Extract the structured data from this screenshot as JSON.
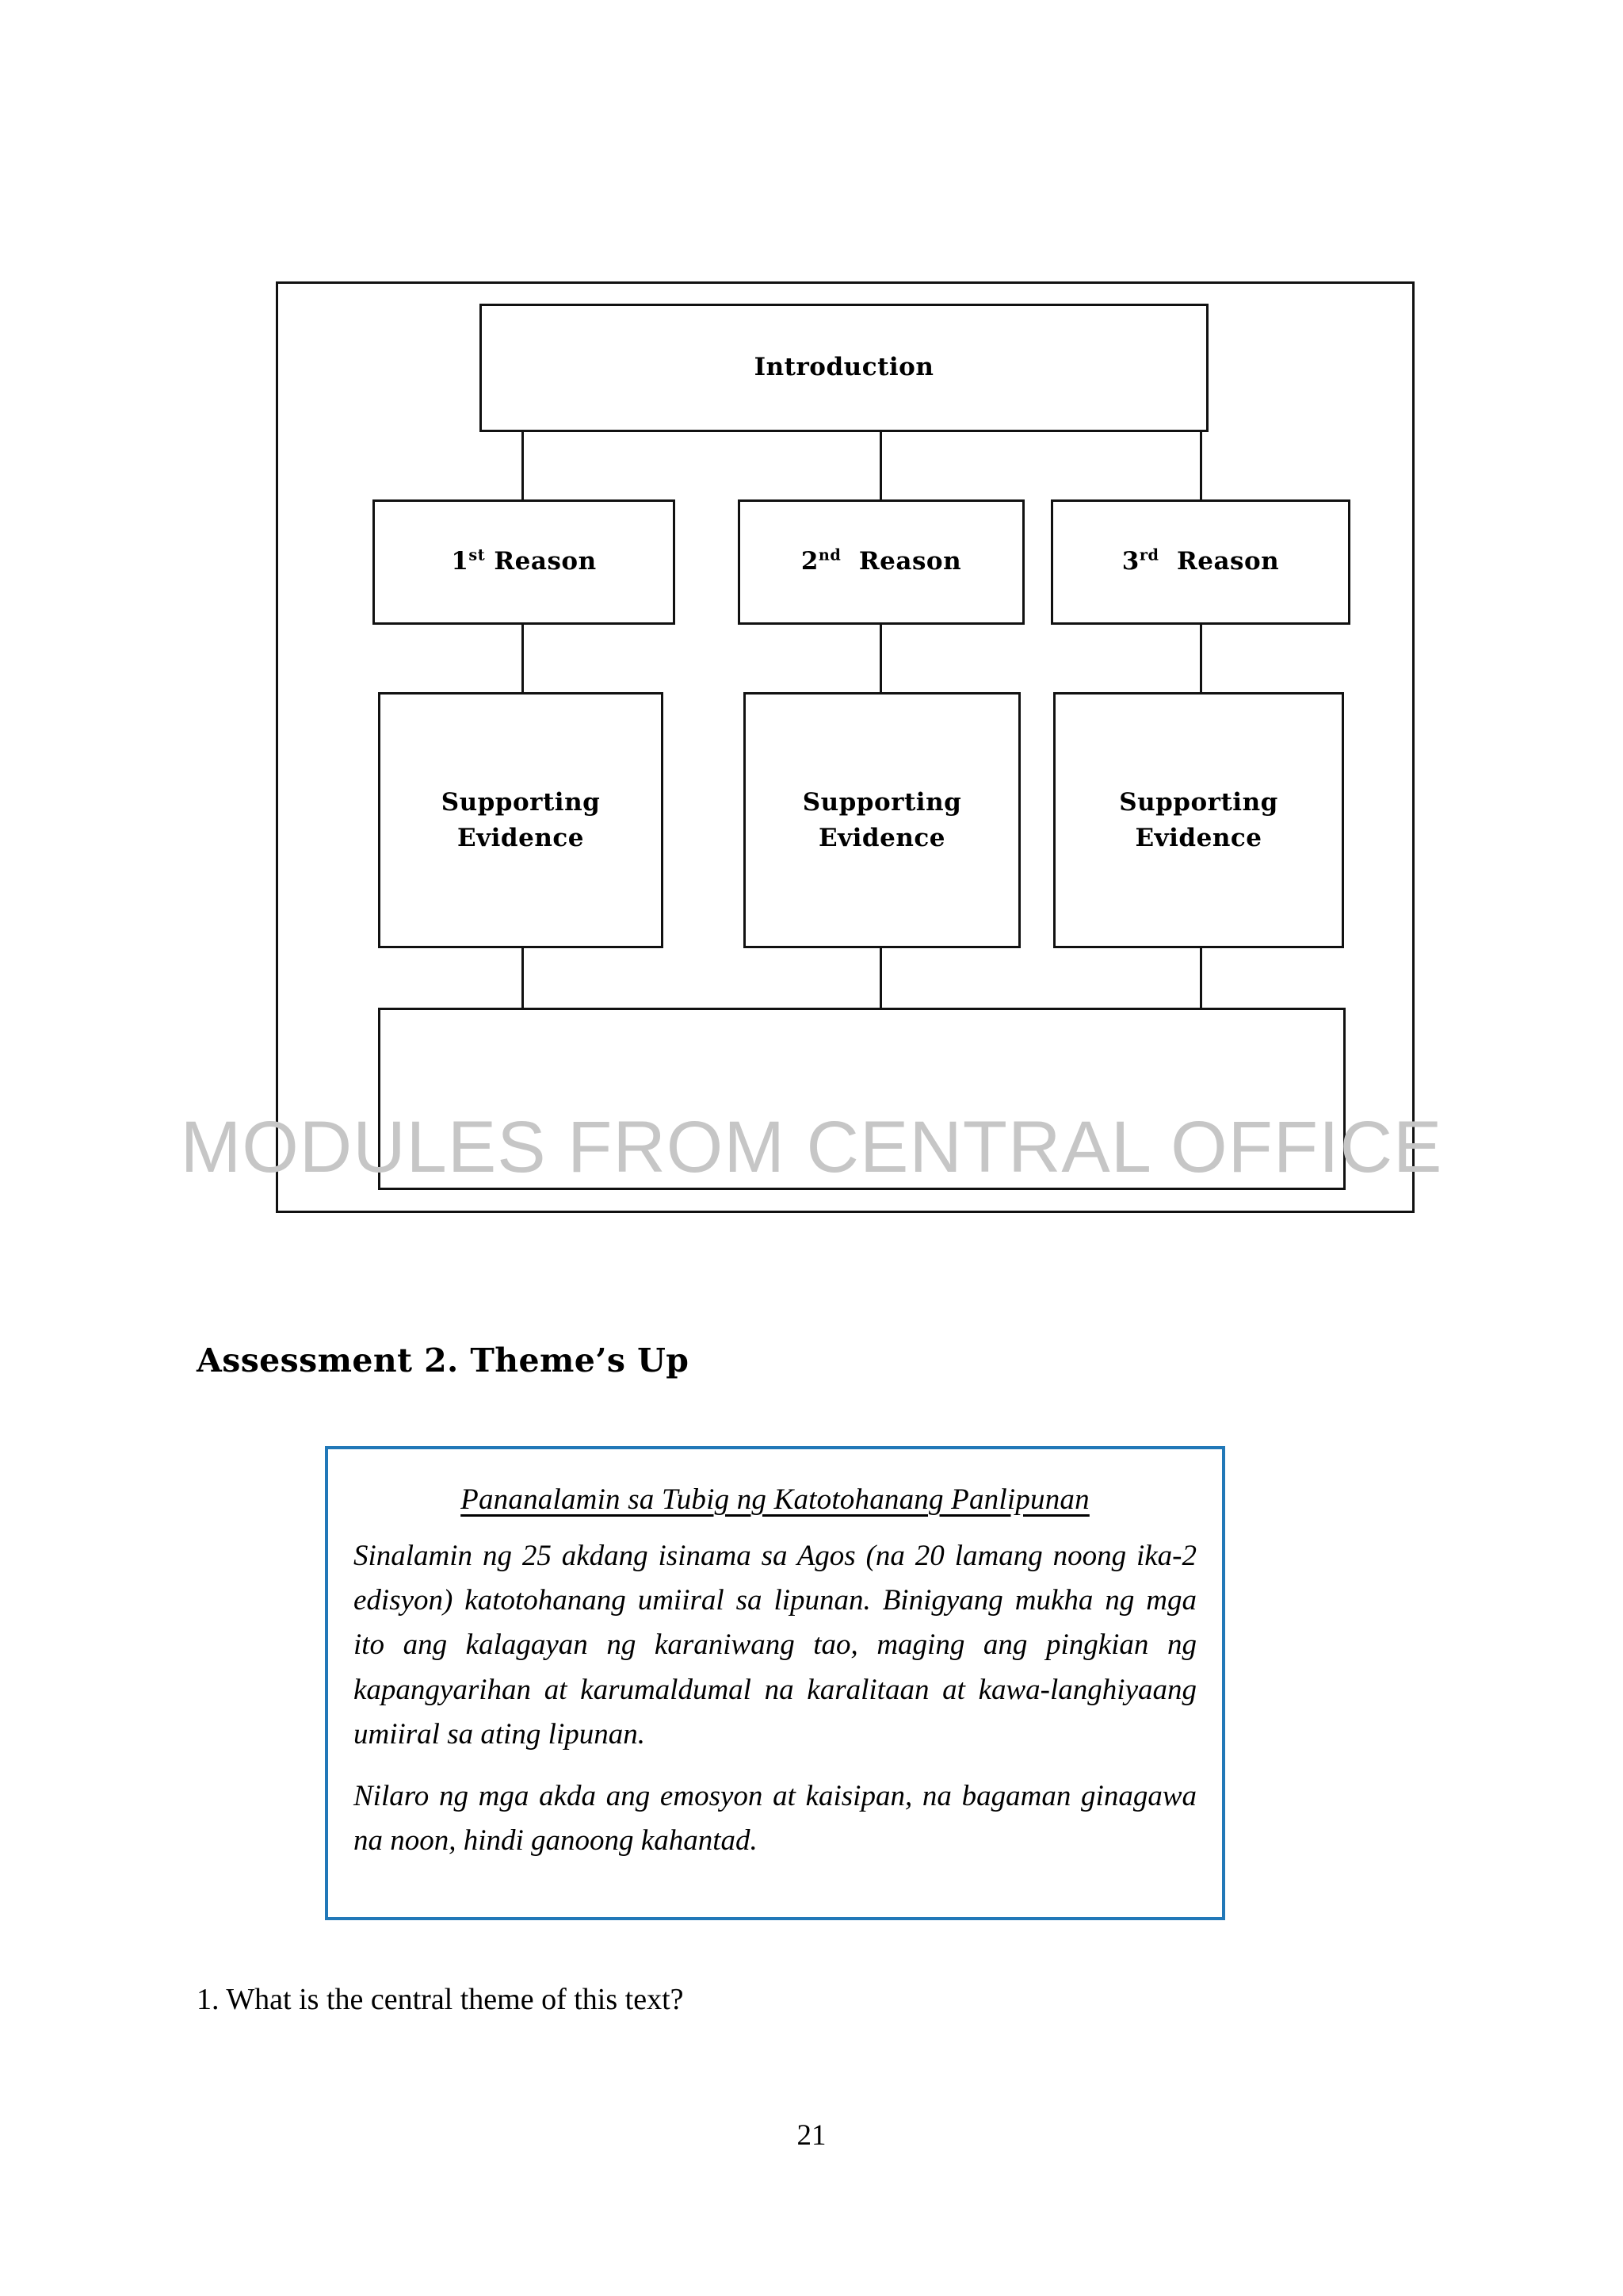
{
  "document": {
    "page_number": "21"
  },
  "diagram": {
    "watermark": "MODULES FROM CENTRAL OFFICE",
    "introduction": {
      "label": "Introduction"
    },
    "reasons": [
      {
        "ordinal_number": "1",
        "ordinal_suffix": "st",
        "label": "Reason"
      },
      {
        "ordinal_number": "2",
        "ordinal_suffix": "nd",
        "label": "Reason"
      },
      {
        "ordinal_number": "3",
        "ordinal_suffix": "rd",
        "label": "Reason"
      }
    ],
    "evidence": [
      {
        "line1": "Supporting",
        "line2": "Evidence"
      },
      {
        "line1": "Supporting",
        "line2": "Evidence"
      },
      {
        "line1": "Supporting",
        "line2": "Evidence"
      }
    ],
    "conclusion": {
      "label": ""
    }
  },
  "assessment": {
    "heading": "Assessment 2. Theme’s Up"
  },
  "passage": {
    "title": "Pananalamin sa Tubig ng Katotohanang Panlipunan",
    "paragraphs": [
      "Sinalamin ng 25 akdang isinama sa Agos (na 20 lamang noong ika-2 edisyon) katotohanang umiiral sa lipunan. Binigyang mukha ng mga ito ang kalagayan ng karaniwang tao, maging ang pingkian ng kapangyarihan at karumaldumal na karalitaan at kawa-langhiyaang umiiral sa ating lipunan.",
      "Nilaro ng mga akda ang emosyon at kaisipan, na bagaman ginagawa na noon, hindi ganoong kahantad."
    ]
  },
  "questions": [
    {
      "text": "1. What is the central theme of this text?"
    }
  ],
  "colors": {
    "passage_border": "#2178b8",
    "diagram_line": "#111111",
    "watermark": "#c6c6c6"
  }
}
